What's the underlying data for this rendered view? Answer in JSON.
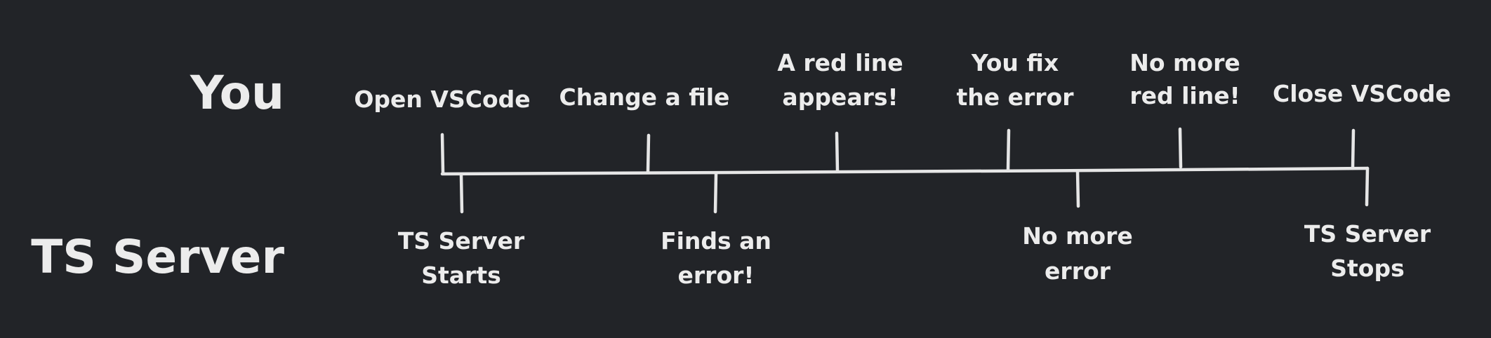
{
  "rows": {
    "you": "You",
    "server": "TS Server"
  },
  "you_events": [
    {
      "lines": [
        "Open VSCode"
      ]
    },
    {
      "lines": [
        "Change a file"
      ]
    },
    {
      "lines": [
        "A red line",
        "appears!"
      ]
    },
    {
      "lines": [
        "You fix",
        "the error"
      ]
    },
    {
      "lines": [
        "No more",
        "red line!"
      ]
    },
    {
      "lines": [
        "Close VSCode"
      ]
    }
  ],
  "server_events": [
    {
      "lines": [
        "TS Server",
        "Starts"
      ]
    },
    {
      "lines": [
        "Finds an",
        "error!"
      ]
    },
    {
      "lines": [
        "No more",
        "error"
      ]
    },
    {
      "lines": [
        "TS Server",
        "Stops"
      ]
    }
  ]
}
